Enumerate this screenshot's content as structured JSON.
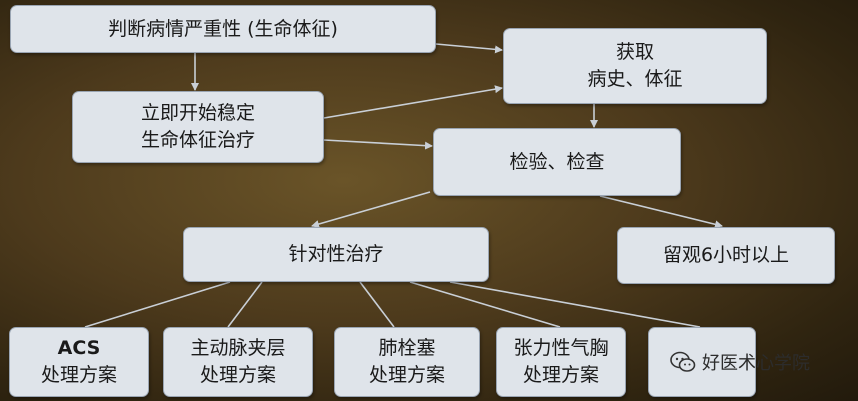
{
  "nodes": {
    "assess": {
      "line1": "判断病情严重性 (生命体征)"
    },
    "stabilize": {
      "line1": "立即开始稳定",
      "line2": "生命体征治疗"
    },
    "history": {
      "line1": "获取",
      "line2": "病史、体征"
    },
    "tests": {
      "line1": "检验、检查"
    },
    "targeted": {
      "line1": "针对性治疗"
    },
    "observe": {
      "line1": "留观6小时以上"
    },
    "acs": {
      "line1": "ACS",
      "line2": "处理方案"
    },
    "aortic": {
      "line1": "主动脉夹层",
      "line2": "处理方案"
    },
    "pe": {
      "line1": "肺栓塞",
      "line2": "处理方案"
    },
    "pneumothorax": {
      "line1": "张力性气胸",
      "line2": "处理方案"
    }
  },
  "watermark": {
    "text": "好医术心学院",
    "icon": "wechat-icon"
  },
  "colors": {
    "box_fill": "#dfe4ea",
    "box_border": "#9aa5b3",
    "arrow": "#c9cfd6"
  }
}
